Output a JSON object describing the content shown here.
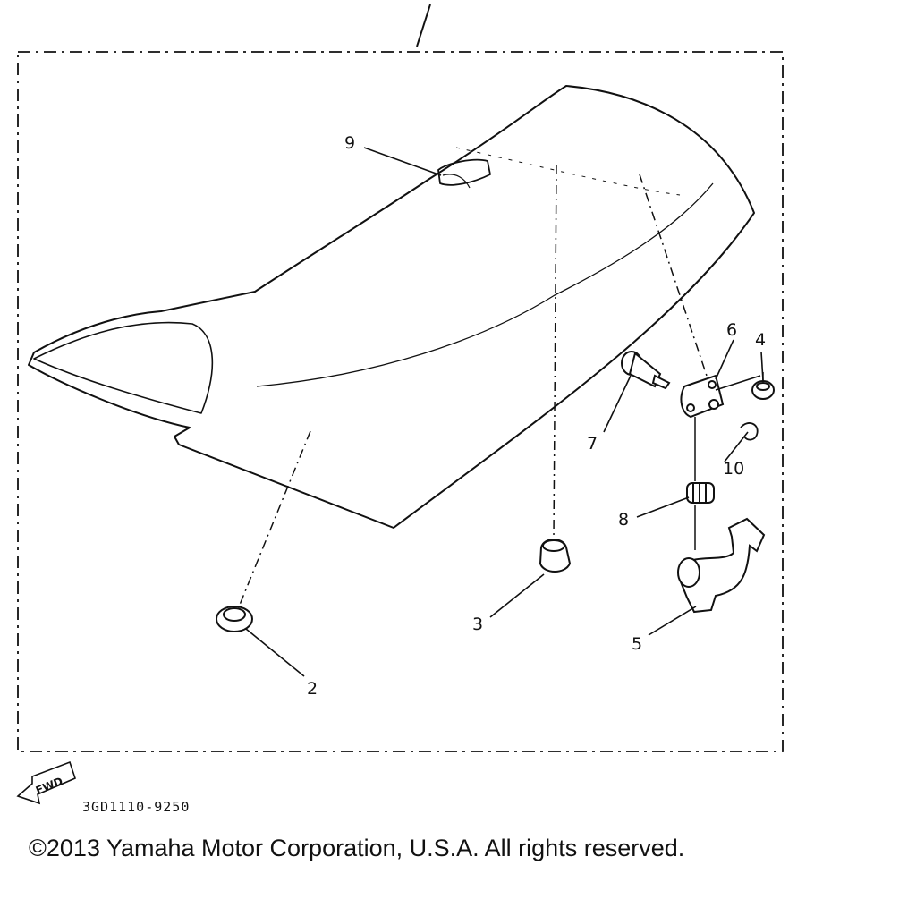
{
  "callouts": [
    {
      "id": "part-2",
      "label": "2"
    },
    {
      "id": "part-3",
      "label": "3"
    },
    {
      "id": "part-4",
      "label": "4"
    },
    {
      "id": "part-5",
      "label": "5"
    },
    {
      "id": "part-6",
      "label": "6"
    },
    {
      "id": "part-7",
      "label": "7"
    },
    {
      "id": "part-8",
      "label": "8"
    },
    {
      "id": "part-9",
      "label": "9"
    },
    {
      "id": "part-10",
      "label": "10"
    }
  ],
  "fwd_label": "FWD",
  "diagram_code": "3GD1110-9250",
  "copyright": "©2013 Yamaha Motor Corporation, U.S.A. All rights reserved."
}
